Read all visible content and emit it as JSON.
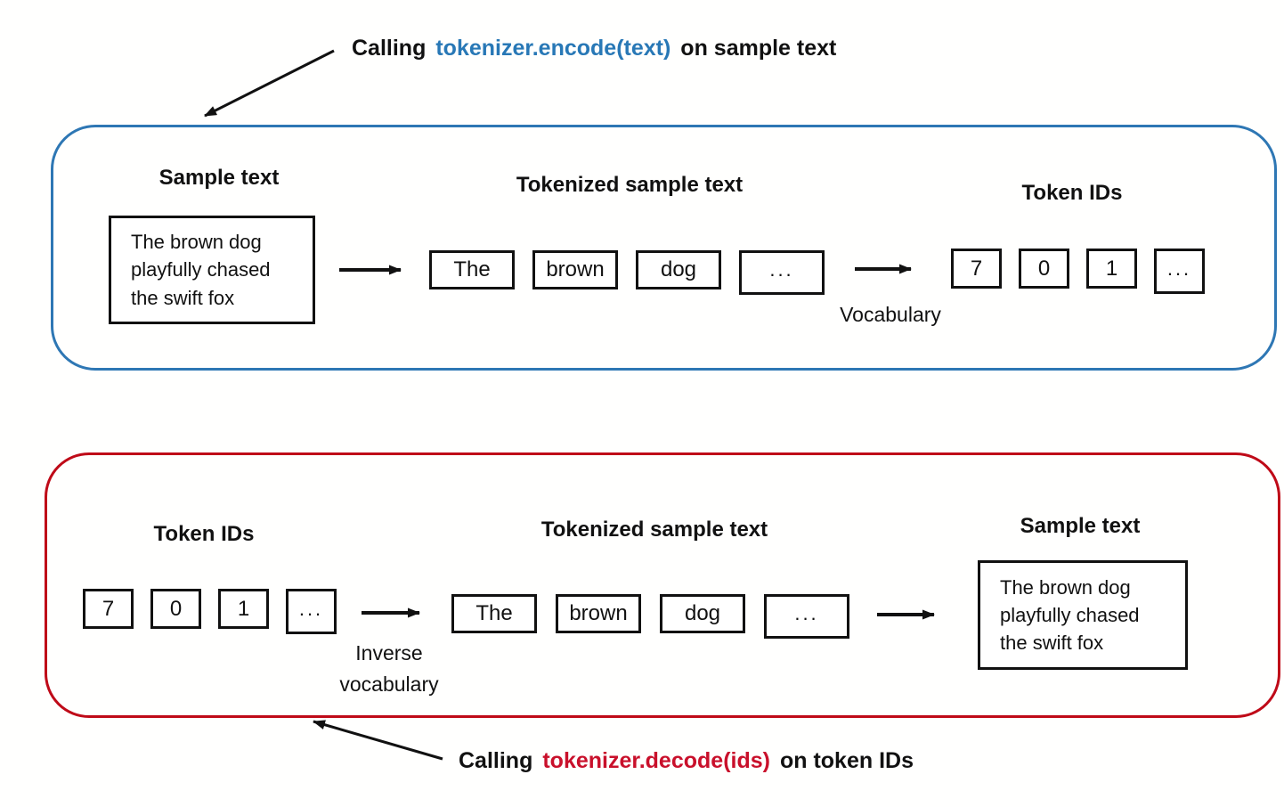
{
  "colors": {
    "encode_panel_border": "#2e77b4",
    "decode_panel_border": "#bf0a18",
    "encode_code_text": "#2878b6",
    "decode_code_text": "#c9102b",
    "arrow_and_text": "#111111"
  },
  "captions": {
    "encode": {
      "prefix": "Calling",
      "code": "tokenizer.encode(text)",
      "suffix": "on sample text"
    },
    "decode": {
      "prefix": "Calling",
      "code": "tokenizer.decode(ids)",
      "suffix": "on token IDs"
    }
  },
  "encode": {
    "sample_label": "Sample text",
    "sample_text": "The brown dog playfully chased the swift fox",
    "tokenized_label": "Tokenized sample text",
    "tokens": [
      "The",
      "brown",
      "dog",
      "..."
    ],
    "arrow_label": "Vocabulary",
    "ids_label": "Token IDs",
    "ids": [
      "7",
      "0",
      "1",
      "..."
    ]
  },
  "decode": {
    "ids_label": "Token IDs",
    "ids": [
      "7",
      "0",
      "1",
      "..."
    ],
    "arrow_label": "Inverse vocabulary",
    "tokenized_label": "Tokenized sample text",
    "tokens": [
      "The",
      "brown",
      "dog",
      "..."
    ],
    "sample_label": "Sample text",
    "sample_text": "The brown dog playfully chased the swift fox"
  }
}
